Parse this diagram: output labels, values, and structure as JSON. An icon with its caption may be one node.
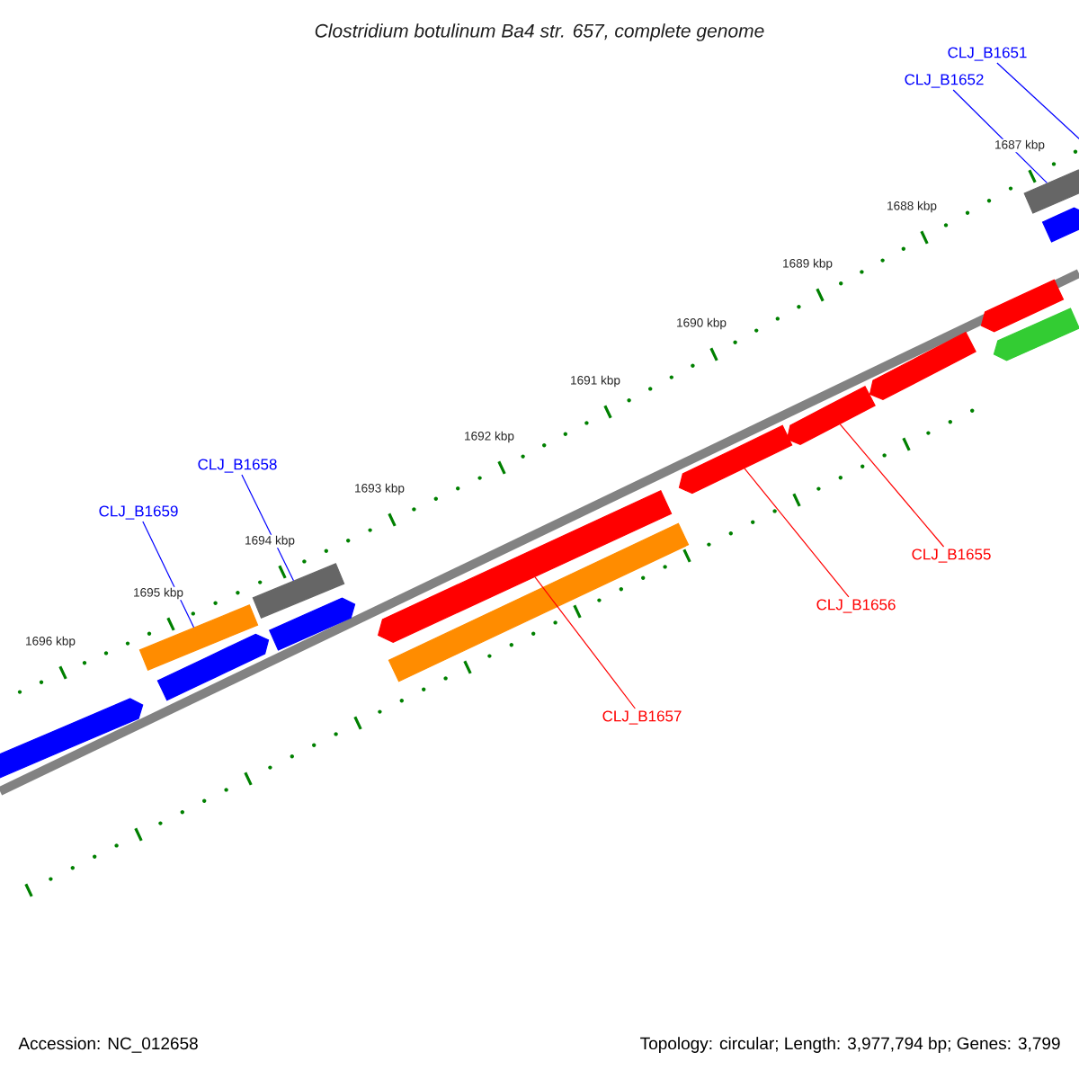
{
  "diagram": {
    "title": "Clostridium botulinum Ba4 str. 657, complete genome",
    "nodes": [
      {
        "text": [
          "CLJ_B1651"
        ]
      },
      {
        "text": [
          "CLJ_B1652"
        ]
      },
      {
        "text": [
          "CLJ_B1658"
        ]
      },
      {
        "text": [
          "CLJ_B1659"
        ]
      },
      {
        "text": [
          "CLJ_B1655"
        ]
      },
      {
        "text": [
          "CLJ_B1656"
        ]
      },
      {
        "text": [
          "CLJ_B1657"
        ]
      },
      {
        "text": [],
        "shape": "bar"
      },
      {
        "text": [],
        "shape": "bar"
      },
      {
        "text": [],
        "shape": "bar"
      },
      {
        "text": [],
        "shape": "bar"
      },
      {
        "text": [],
        "shape": "bar"
      },
      {
        "text": [],
        "shape": "bar"
      },
      {
        "text": [],
        "shape": "bar"
      },
      {
        "text": [],
        "shape": "bar"
      },
      {
        "text": [],
        "shape": "bar"
      },
      {
        "text": [],
        "shape": "bar"
      },
      {
        "text": [],
        "shape": "bar"
      },
      {
        "text": [],
        "shape": "bar"
      },
      {
        "text": [],
        "shape": "bar"
      },
      {
        "text": [],
        "shape": "bar"
      }
    ],
    "edges": [
      {
        "from": 0,
        "to": null,
        "arrow": "none"
      },
      {
        "from": 1,
        "to": 19,
        "arrow": "none"
      },
      {
        "from": 2,
        "to": 10,
        "arrow": "none"
      },
      {
        "from": 3,
        "to": 8,
        "arrow": "none"
      },
      {
        "from": 4,
        "to": 15,
        "arrow": "none",
        "color": "#ff0000"
      },
      {
        "from": 5,
        "to": 14,
        "arrow": "none",
        "color": "#ff0000"
      },
      {
        "from": 6,
        "to": 12,
        "arrow": "none",
        "color": "#ff0000"
      }
    ],
    "labels": [
      "1687 kbp",
      "1688 kbp",
      "1689 kbp",
      "1690 kbp",
      "1691 kbp",
      "1692 kbp",
      "1693 kbp",
      "1694 kbp",
      "1695 kbp",
      "1696 kbp",
      "Accession: NC_012658",
      "Topology: circular; Length: 3,977,794 bp; Genes: 3,799"
    ]
  }
}
